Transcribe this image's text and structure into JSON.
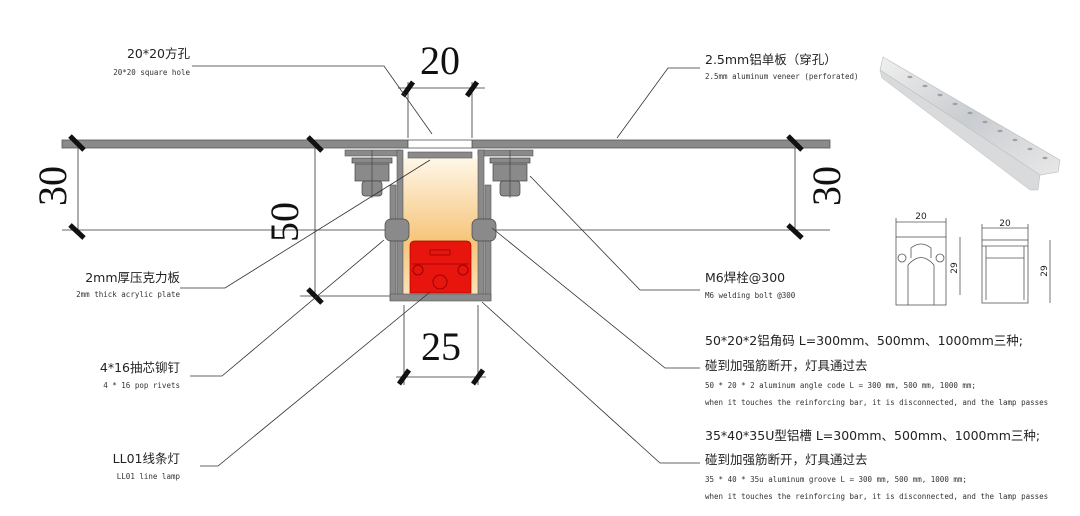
{
  "labels": {
    "square_hole": {
      "cn": "20*20方孔",
      "en": "20*20 square hole"
    },
    "aluminum_veneer": {
      "cn": "2.5mm铝单板（穿孔）",
      "en": "2.5mm aluminum veneer (perforated)"
    },
    "acrylic_plate": {
      "cn": "2mm厚压克力板",
      "en": "2mm thick acrylic plate"
    },
    "welding_bolt": {
      "cn": "M6焊栓@300",
      "en": "M6 welding bolt @300"
    },
    "pop_rivets": {
      "cn": "4*16抽芯铆钉",
      "en": "4 * 16 pop rivets"
    },
    "line_lamp": {
      "cn": "LL01线条灯",
      "en": "LL01 line lamp"
    },
    "angle_code": {
      "cn1": "50*20*2铝角码 L=300mm、500mm、1000mm三种;",
      "cn2": "碰到加强筋断开，灯具通过去",
      "en1": "50 * 20 * 2 aluminum angle code L = 300 mm, 500 mm, 1000 mm;",
      "en2": "when it touches the reinforcing bar, it is disconnected, and the lamp passes"
    },
    "u_groove": {
      "cn1": "35*40*35U型铝槽 L=300mm、500mm、1000mm三种;",
      "cn2": "碰到加强筋断开，灯具通过去",
      "en1": "35 * 40 * 35u aluminum groove L = 300 mm, 500 mm, 1000 mm;",
      "en2": "when it touches the reinforcing bar, it is disconnected, and the lamp passes"
    }
  },
  "dimensions": {
    "hole_width": "20",
    "left_height": "30",
    "right_height": "30",
    "depth": "50",
    "bottom_width": "25",
    "profile1_width": "20",
    "profile1_height": "29",
    "profile2_width": "20",
    "profile2_height": "29"
  },
  "colors": {
    "lamp": "#e8150e",
    "glow": "#f6c57a",
    "metal": "#8a8a8a"
  }
}
